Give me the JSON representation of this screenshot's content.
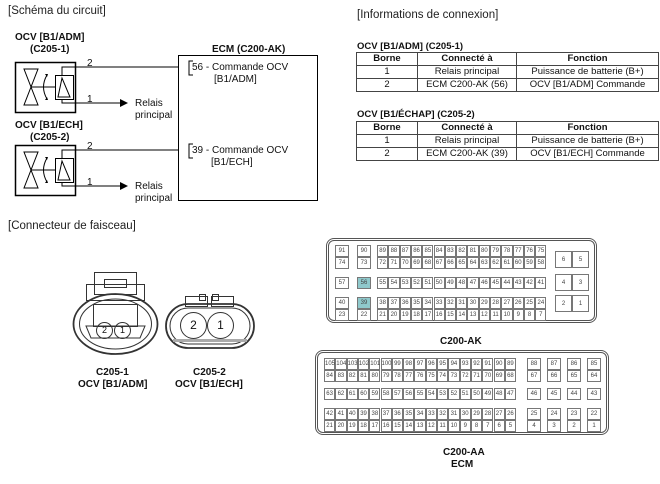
{
  "sections": {
    "circuit": "[Schéma du circuit]",
    "connection_info": "[Informations de connexion]",
    "harness": "[Connecteur de faisceau]"
  },
  "circuit": {
    "ocv1": {
      "name": "OCV [B1/ADM]",
      "conn": "(C205-1)",
      "pin_top": "2",
      "pin_bottom": "1",
      "dest1": "Relais",
      "dest2": "principal"
    },
    "ocv2": {
      "name": "OCV [B1/ECH]",
      "conn": "(C205-2)",
      "pin_top": "2",
      "pin_bottom": "1",
      "dest1": "Relais",
      "dest2": "principal"
    },
    "ecm": {
      "title": "ECM (C200-AK)",
      "pin1_line1": "56 - Commande OCV",
      "pin1_line2": "[B1/ADM]",
      "pin2_line1": "39 - Commande OCV",
      "pin2_line2": "[B1/ECH]"
    }
  },
  "tables": [
    {
      "title": "OCV [B1/ADM] (C205-1)",
      "headers": [
        "Borne",
        "Connecté à",
        "Fonction"
      ],
      "rows": [
        [
          "1",
          "Relais principal",
          "Puissance de batterie (B+)"
        ],
        [
          "2",
          "ECM C200-AK (56)",
          "OCV [B1/ADM] Commande"
        ]
      ]
    },
    {
      "title": "OCV [B1/ÉCHAP] (C205-2)",
      "headers": [
        "Borne",
        "Connecté à",
        "Fonction"
      ],
      "rows": [
        [
          "1",
          "Relais principal",
          "Puissance de batterie (B+)"
        ],
        [
          "2",
          "ECM C200-AK (39)",
          "OCV [B1/ECH] Commande"
        ]
      ]
    }
  ],
  "connectors": {
    "c205_1": {
      "label1": "C205-1",
      "label2": "OCV [B1/ADM]",
      "pins": [
        "2",
        "1"
      ]
    },
    "c205_2": {
      "label1": "C205-2",
      "label2": "OCV [B1/ECH]",
      "pins": [
        "2",
        "1"
      ]
    },
    "c200_ak": {
      "label": "C200-AK",
      "highlight_color": "#8fc9cc",
      "highlighted_pins": [
        "56",
        "39"
      ],
      "row1": [
        "91",
        "90",
        "89",
        "88",
        "87",
        "86",
        "85",
        "84",
        "83",
        "82",
        "81",
        "80",
        "79",
        "78",
        "77",
        "76",
        "75"
      ],
      "row2": [
        "74",
        "73",
        "72",
        "71",
        "70",
        "69",
        "68",
        "67",
        "66",
        "65",
        "64",
        "63",
        "62",
        "61",
        "60",
        "59",
        "58"
      ],
      "row3": [
        "57",
        "56",
        "55",
        "54",
        "53",
        "52",
        "51",
        "50",
        "49",
        "48",
        "47",
        "46",
        "45",
        "44",
        "43",
        "42",
        "41"
      ],
      "row4": [
        "40",
        "39",
        "38",
        "37",
        "36",
        "35",
        "34",
        "33",
        "32",
        "31",
        "30",
        "29",
        "28",
        "27",
        "26",
        "25",
        "24"
      ],
      "row5": [
        "23",
        "22",
        "21",
        "20",
        "19",
        "18",
        "17",
        "16",
        "15",
        "14",
        "13",
        "12",
        "11",
        "10",
        "9",
        "8",
        "7"
      ],
      "side": [
        [
          "6",
          "5"
        ],
        [
          "4",
          "3"
        ],
        [
          "2",
          "1"
        ]
      ]
    },
    "c200_aa": {
      "label1": "C200-AA",
      "label2": "ECM",
      "row1": [
        "105",
        "104",
        "103",
        "102",
        "101",
        "100",
        "99",
        "98",
        "97",
        "96",
        "95",
        "94",
        "93",
        "92",
        "91",
        "90",
        "89"
      ],
      "row2": [
        "84",
        "83",
        "82",
        "81",
        "80",
        "79",
        "78",
        "77",
        "76",
        "75",
        "74",
        "73",
        "72",
        "71",
        "70",
        "69",
        "68"
      ],
      "row3": [
        "63",
        "62",
        "61",
        "60",
        "59",
        "58",
        "57",
        "56",
        "55",
        "54",
        "53",
        "52",
        "51",
        "50",
        "49",
        "48",
        "47"
      ],
      "row4": [
        "42",
        "41",
        "40",
        "39",
        "38",
        "37",
        "36",
        "35",
        "34",
        "33",
        "32",
        "31",
        "30",
        "29",
        "28",
        "27",
        "26"
      ],
      "row5": [
        "21",
        "20",
        "19",
        "18",
        "17",
        "16",
        "15",
        "14",
        "13",
        "12",
        "11",
        "10",
        "9",
        "8",
        "7",
        "6",
        "5"
      ],
      "side_top": [
        [
          "88",
          "67"
        ],
        [
          "87",
          "66"
        ],
        [
          "86",
          "65"
        ],
        [
          "85",
          "64"
        ]
      ],
      "side_mid": [
        "46",
        "45",
        "44",
        "43"
      ],
      "side_bot": [
        [
          "25",
          "4"
        ],
        [
          "24",
          "3"
        ],
        [
          "23",
          "2"
        ],
        [
          "22",
          "1"
        ]
      ]
    }
  }
}
